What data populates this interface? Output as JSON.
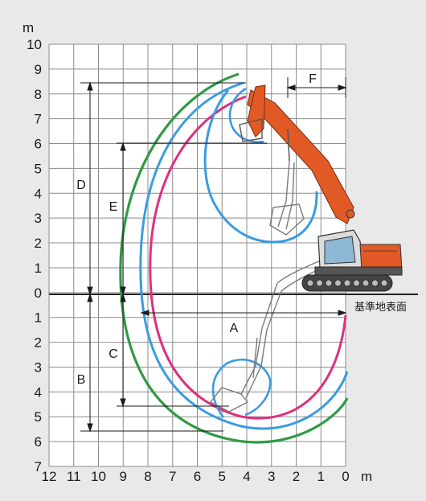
{
  "diagram": {
    "y_unit": "m",
    "x_unit": "m",
    "y_ticks": [
      "10",
      "9",
      "8",
      "7",
      "6",
      "5",
      "4",
      "3",
      "2",
      "1",
      "0",
      "1",
      "2",
      "3",
      "4",
      "5",
      "6",
      "7"
    ],
    "x_ticks": [
      "12",
      "11",
      "10",
      "9",
      "8",
      "7",
      "6",
      "5",
      "4",
      "3",
      "2",
      "1",
      "0"
    ],
    "ground_label": "基準地表面",
    "dimension_labels": [
      "A",
      "B",
      "C",
      "D",
      "E",
      "F"
    ],
    "colors": {
      "boom_arm": "#e15a26",
      "green_envelope": "#2e9a44",
      "magenta_envelope": "#df2f7e",
      "blue_envelope": "#3a9be2",
      "grid": "#8c8c8c",
      "background": "#ffffff",
      "page": "#e9e9e9"
    }
  }
}
